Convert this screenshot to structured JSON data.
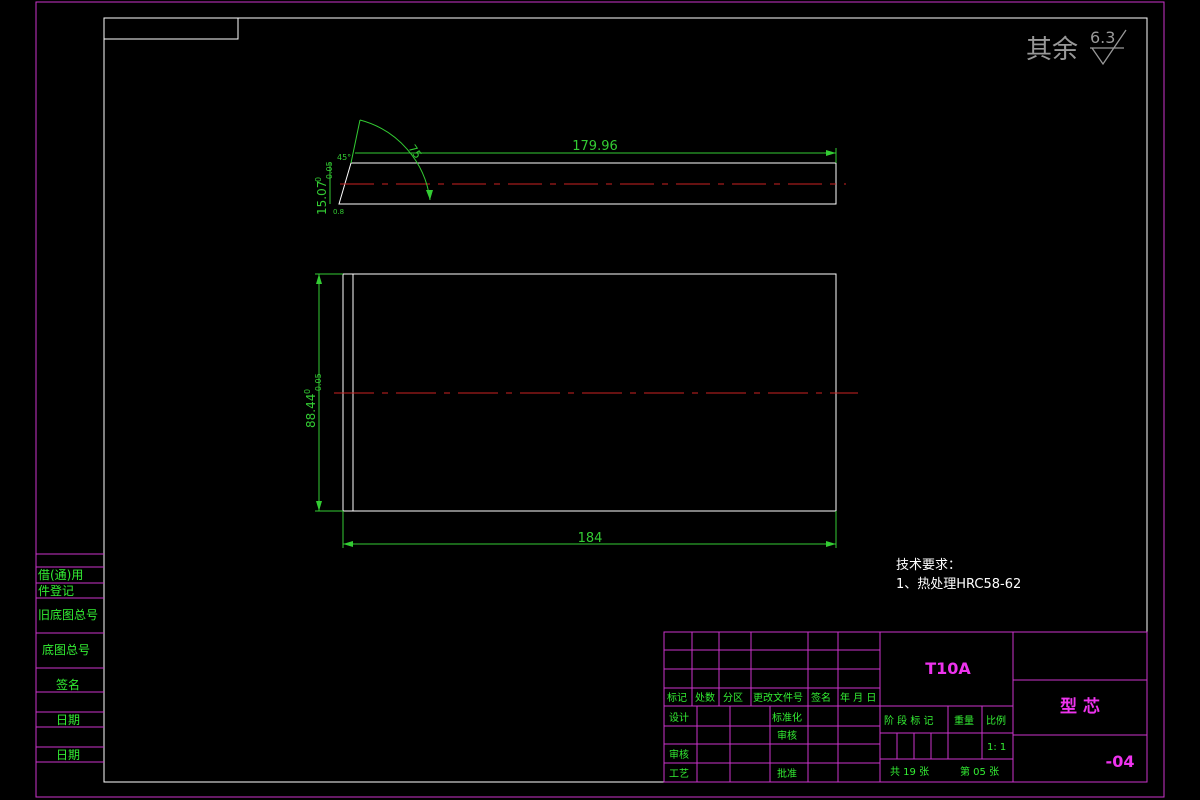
{
  "colors": {
    "background": "#000000",
    "frame": "#cc33cc",
    "outline": "#ffffff",
    "dimension": "#33cc33",
    "centerline": "#cc2222",
    "label_green": "#33ee33",
    "label_magenta": "#ee33ee",
    "label_white": "#ffffff",
    "roughness_gray": "#999999"
  },
  "roughness": {
    "text": "其余",
    "value": "6.3"
  },
  "top_view": {
    "dim_length": "179.96",
    "dim_height": "15.07",
    "dim_height_tol_upper": "0",
    "dim_height_tol_lower": "-0.05",
    "dim_angle": "75",
    "dim_small": "45°",
    "dim_chamfer": "0.8"
  },
  "front_view": {
    "dim_height": "88.44",
    "dim_height_tol_upper": "0",
    "dim_height_tol_lower": "-0.05",
    "dim_width": "184"
  },
  "tech_requirements": {
    "title": "技术要求：",
    "items": [
      "1、热处理HRC58-62"
    ]
  },
  "left_strip": {
    "labels": [
      "借(通)用",
      "件登记",
      "旧底图总号",
      "底图总号",
      "签名",
      "日期",
      "日期"
    ]
  },
  "title_block": {
    "material": "T10A",
    "part_name": "型 芯",
    "drawing_no": "-04",
    "revision_headers": [
      "标记",
      "处数",
      "分区",
      "更改文件号",
      "签名",
      "年 月 日"
    ],
    "design": "设计",
    "standardize": "标准化",
    "check": "审核",
    "review": "审核",
    "process": "工艺",
    "approve": "批准",
    "stage_headers": [
      "阶 段 标 记",
      "重量",
      "比例"
    ],
    "scale": "1: 1",
    "sheets_total": "共 19 张",
    "sheet_no": "第 05 张"
  }
}
